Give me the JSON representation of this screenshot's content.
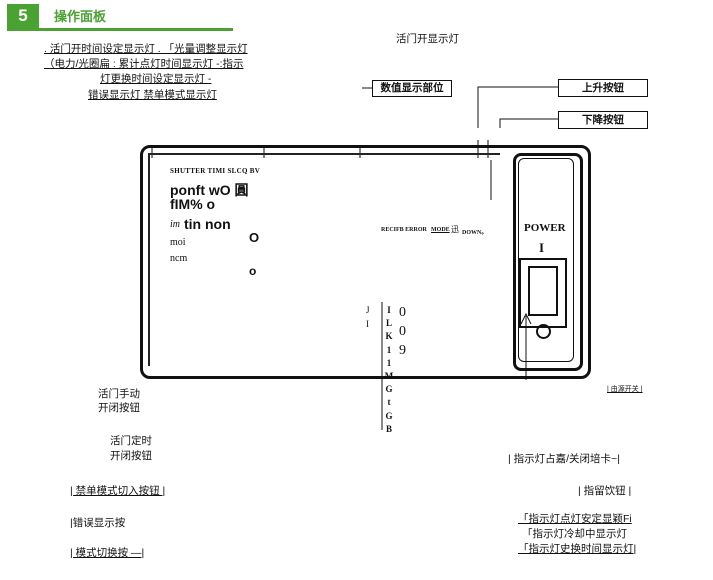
{
  "header": {
    "section_number": "5",
    "section_title": "操作面板"
  },
  "top_labels": {
    "line1": ". 活门开时间设定显示灯 .   「光量调整显示灯",
    "line2": "（电力/光圈扁 : 累计点灯时间显示灯 -:指示",
    "line3": "灯更换时间设定显示灯 -",
    "line4": "错误显示灯 禁单模式显示灯",
    "open_lamp": "活门开显示灯",
    "value_display": "数值显示部位",
    "up_button": "上升按钮",
    "down_button": "下降按钮"
  },
  "lcd": {
    "small_row": "SHUTTER TIMI SLCQ BV",
    "line1": "ponft wO 圓",
    "line2": "fIM% o",
    "line3_prefix": "im",
    "line3": "tin non",
    "moi": "moi",
    "ncm": "ncm",
    "dot_big": "O",
    "dot_small": "o",
    "recipe": "RECIFB ERROR",
    "mode": "MODE",
    "mode_suffix": "迅",
    "down": "DOWN。",
    "left_col_1": "J",
    "left_col_2": "I",
    "vertical_letters": [
      "I",
      "L",
      "K",
      "1",
      "1",
      "M",
      "G",
      "t",
      "G",
      "B"
    ],
    "digits": [
      "0",
      "0",
      "9"
    ]
  },
  "power": {
    "label": "POWER",
    "mark": "I"
  },
  "small_right_label": "| 由源开关 |",
  "bottom_labels": {
    "manual_1": "活门手动",
    "manual_2": "开闭按钮",
    "timer_1": "活门定时",
    "timer_2": "开闭按钮",
    "prohibit": "| 禁单模式切入按钮  |",
    "error": "|错误显示按",
    "mode": "| 模式切换按 —|",
    "indicator_toggle": "| 指示灯占嘉/关闭培卡~|",
    "indicator_set": "| 指留饮钮 |",
    "r1": "「指示灯点灯安定显颖Fi",
    "r2": "「指示灯冷却中显示灯",
    "r3": "「指示灯史换时间显示灯|"
  }
}
